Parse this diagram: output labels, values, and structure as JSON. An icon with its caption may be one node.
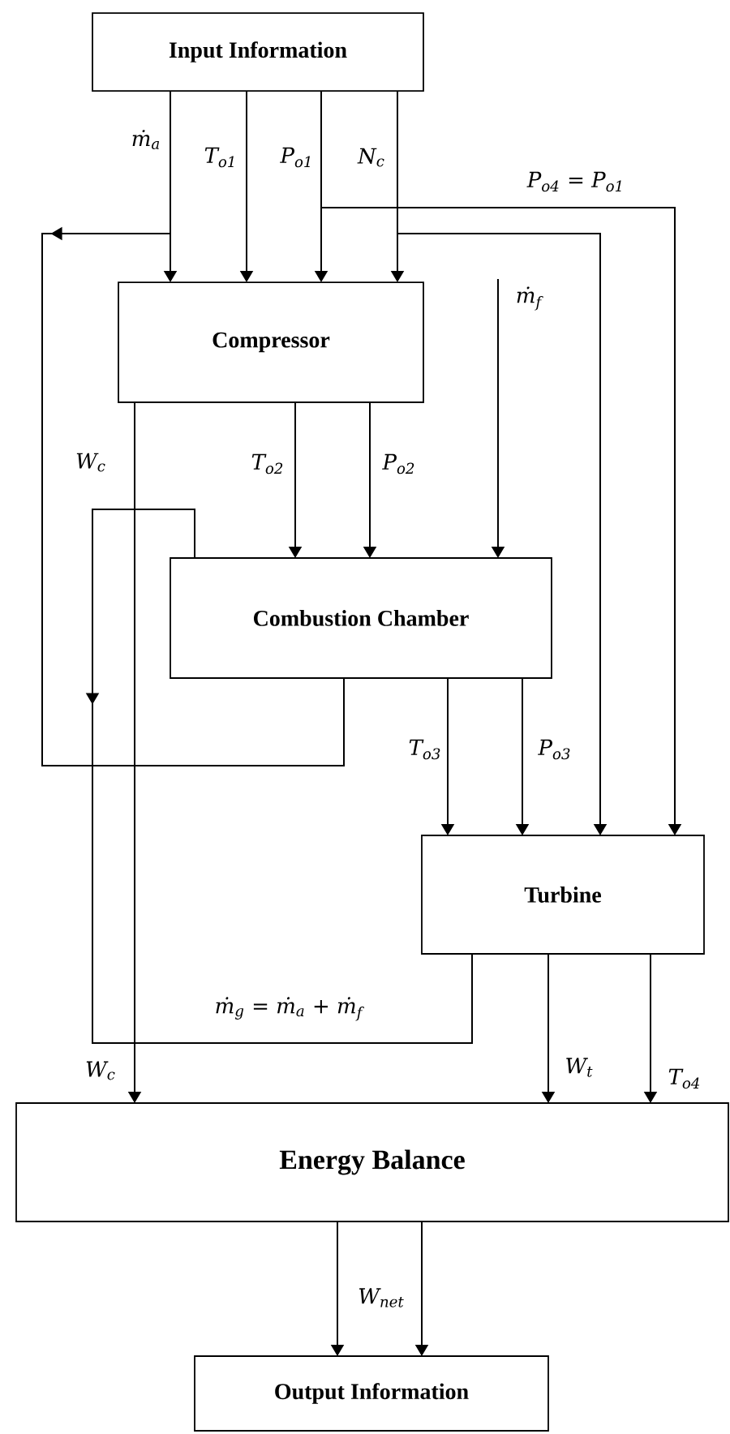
{
  "diagram": {
    "nodes": [
      {
        "text": [
          "Input Information"
        ]
      },
      {
        "text": [
          "Compressor"
        ]
      },
      {
        "text": [
          "Combustion Chamber"
        ]
      },
      {
        "text": [
          "Turbine"
        ]
      },
      {
        "text": [
          "Energy Balance"
        ]
      },
      {
        "text": [
          "Output Information"
        ]
      }
    ],
    "edges": [
      {
        "from": 0,
        "to": 1,
        "arrow": "to",
        "label": "ṁ$_{a}$"
      },
      {
        "from": 0,
        "to": 1,
        "arrow": "to",
        "label": "T$_{o1}$"
      },
      {
        "from": 0,
        "to": 1,
        "arrow": "to",
        "label": "P$_{o1}$"
      },
      {
        "from": 0,
        "to": 1,
        "arrow": "to",
        "label": "N$_{c}$"
      },
      {
        "from": 0,
        "to": 2,
        "arrow": "to"
      },
      {
        "from": 0,
        "to": 3,
        "arrow": "to",
        "label": "P$_{o4}$ = P$_{o1}$"
      },
      {
        "from": 0,
        "to": 3,
        "arrow": "to"
      },
      {
        "from": 1,
        "to": 2,
        "arrow": "to",
        "label": "T$_{o2}$"
      },
      {
        "from": 1,
        "to": 2,
        "arrow": "to",
        "label": "P$_{o2}$"
      },
      {
        "from": null,
        "to": 2,
        "arrow": "to",
        "label": "ṁ$_{f}$"
      },
      {
        "from": 1,
        "to": 4,
        "arrow": "to",
        "label": "W$_{c}$"
      },
      {
        "from": 2,
        "to": 3,
        "arrow": "to",
        "label": "ṁ$_{g}$ = ṁ$_{a}$ + ṁ$_{f}$"
      },
      {
        "from": 2,
        "to": 3,
        "arrow": "to",
        "label": "T$_{o3}$"
      },
      {
        "from": 2,
        "to": 3,
        "arrow": "to",
        "label": "P$_{o3}$"
      },
      {
        "from": 3,
        "to": 4,
        "arrow": "to",
        "label": "W$_{t}$"
      },
      {
        "from": 3,
        "to": 4,
        "arrow": "to",
        "label": "T$_{o4}$"
      },
      {
        "from": 4,
        "to": 5,
        "arrow": "to",
        "label": "W$_{net}$"
      },
      {
        "from": 4,
        "to": 5,
        "arrow": "to"
      }
    ],
    "labels": [
      "W$_{c}$"
    ]
  }
}
